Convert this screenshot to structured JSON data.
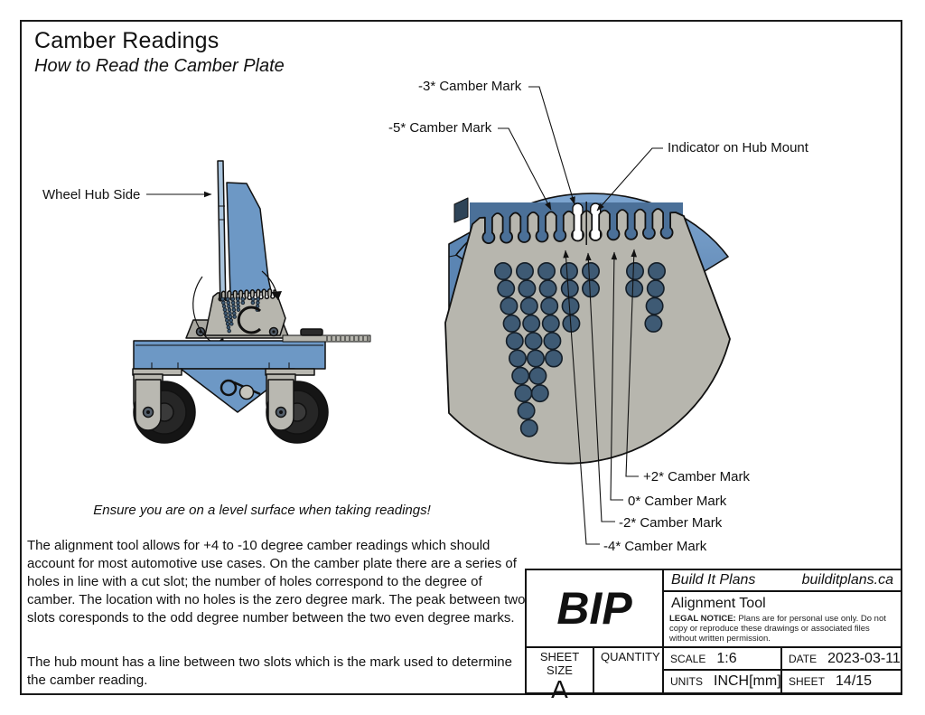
{
  "page": {
    "title": "Camber Readings",
    "subtitle": "How to Read the Camber Plate"
  },
  "diagram": {
    "wheel_hub_label": "Wheel Hub Side",
    "detail_letter": "C",
    "callouts_top": [
      {
        "label": "-3* Camber Mark"
      },
      {
        "label": "-5* Camber Mark"
      },
      {
        "label": "Indicator on Hub Mount"
      }
    ],
    "callouts_bottom": [
      {
        "label": "+2* Camber Mark"
      },
      {
        "label": "0* Camber Mark"
      },
      {
        "label": "-2* Camber Mark"
      },
      {
        "label": "-4* Camber Mark"
      }
    ],
    "hole_columns": [
      10,
      8,
      6,
      4,
      2,
      0,
      2,
      4
    ]
  },
  "notes": {
    "warning": "Ensure you are on a level surface when taking readings!",
    "paragraph1": "The alignment tool allows for +4 to -10 degree camber readings which should account for most automotive use cases. On the camber plate there are a series of holes in line with a cut slot; the number of holes correspond to the degree of camber. The location with no holes is the zero degree mark. The peak between two slots coresponds to the odd degree number between the two even degree marks.",
    "paragraph2": "The hub mount has a line between two slots which is the mark used to determine the camber reading."
  },
  "title_block": {
    "logo": "BIP",
    "company": "Build It Plans",
    "website": "builditplans.ca",
    "drawing_title": "Alignment Tool",
    "legal_notice_label": "LEGAL NOTICE:",
    "legal_notice_text": " Plans are for personal use only. Do not copy or reproduce these drawings or associated files without written permission.",
    "sheet_size_label": "SHEET SIZE",
    "sheet_size": "A",
    "quantity_label": "QUANTITY",
    "scale_label": "SCALE",
    "scale": "1:6",
    "date_label": "DATE",
    "date": "2023-03-11",
    "units_label": "UNITS",
    "units": "INCH[mm]",
    "sheet_label": "SHEET",
    "sheet": "14/15"
  },
  "colors": {
    "blue": "#6d98c5",
    "blue_dark": "#4b7098",
    "gray_plate": "#b7b6ae",
    "hole": "#3e5a74",
    "line": "#111111"
  }
}
